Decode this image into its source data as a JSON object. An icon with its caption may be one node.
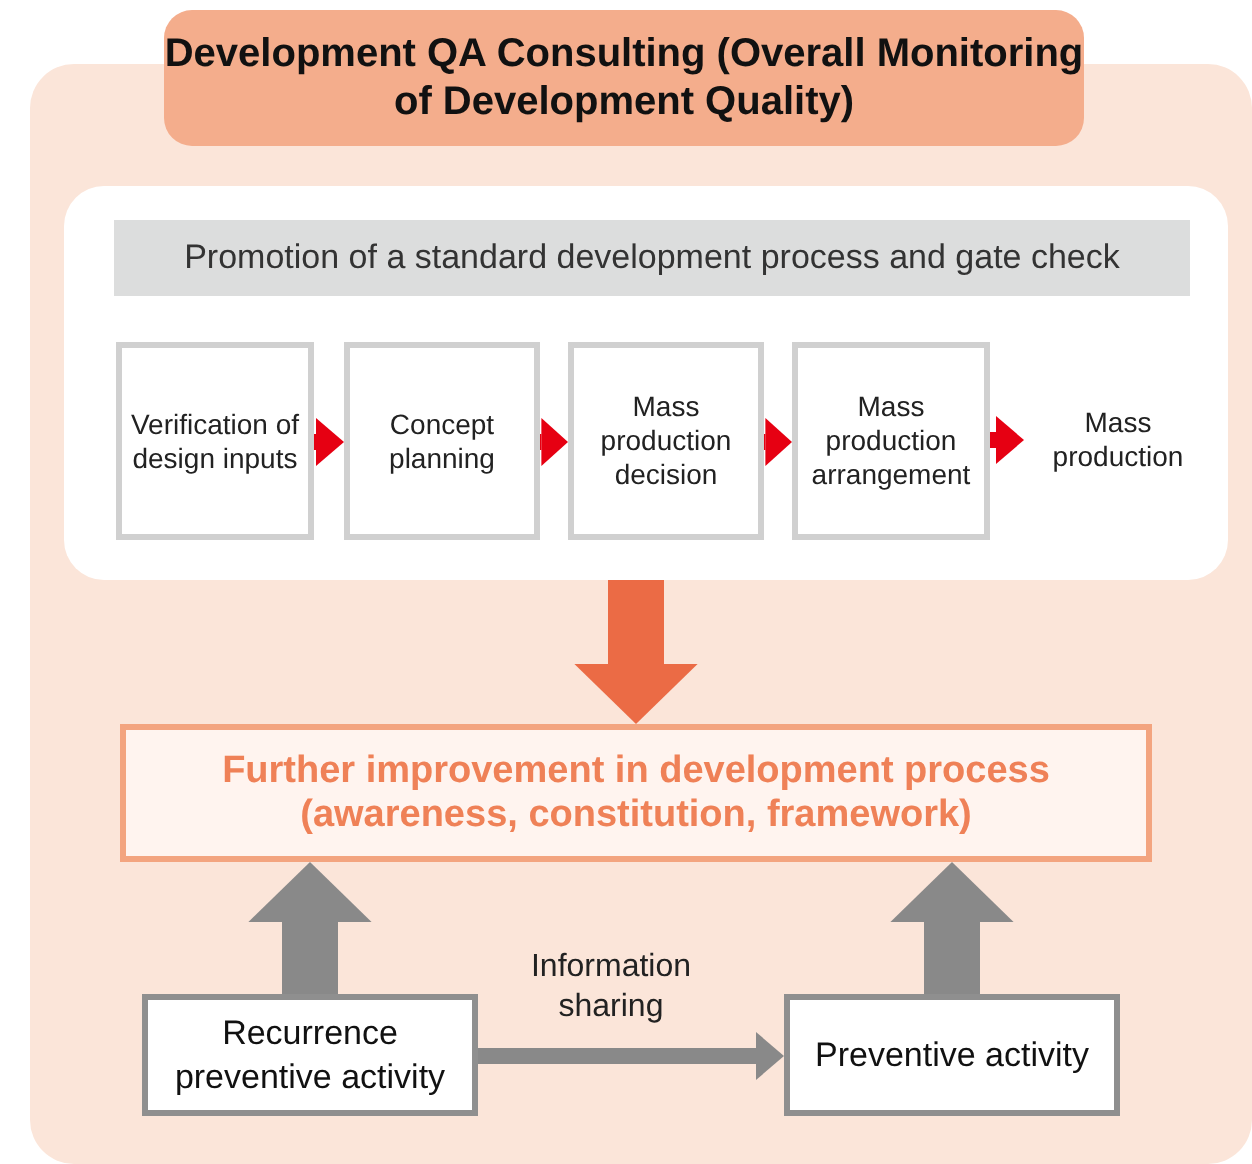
{
  "diagram": {
    "nodes": [
      {
        "text": [
          "Development QA Consulting (Overall Monitoring of Development Quality)"
        ]
      },
      {
        "text": [],
        "shape": "box",
        "in": 0
      },
      {
        "text": [
          "Promotion of a standard development process and gate check"
        ],
        "in": 1
      },
      {
        "text": [
          "Verification of design inputs"
        ],
        "in": 1
      },
      {
        "text": [
          "Concept planning"
        ],
        "in": 1
      },
      {
        "text": [
          "Mass production decision"
        ],
        "in": 1
      },
      {
        "text": [
          "Mass production arrangement"
        ],
        "in": 1
      },
      {
        "text": [
          "Mass production"
        ],
        "in": 1
      },
      {
        "text": [
          "Further improvement in development process (awareness, constitution, framework)"
        ],
        "in": 0
      },
      {
        "text": [
          "Recurrence preventive activity"
        ],
        "in": 0
      },
      {
        "text": [
          "Preventive activity"
        ],
        "in": 0
      }
    ],
    "edges": [
      {
        "from": 3,
        "to": 4,
        "arrow": "to"
      },
      {
        "from": 4,
        "to": 5,
        "arrow": "to"
      },
      {
        "from": 5,
        "to": 6,
        "arrow": "to"
      },
      {
        "from": 6,
        "to": 7,
        "arrow": "to"
      },
      {
        "from": 1,
        "to": 8,
        "arrow": "to",
        "style": "thick",
        "color": "#eb6b45"
      },
      {
        "from": 9,
        "to": 8,
        "arrow": "to",
        "style": "thick",
        "color": "#898989"
      },
      {
        "from": 10,
        "to": 8,
        "arrow": "to",
        "style": "thick",
        "color": "#898989"
      },
      {
        "from": 9,
        "to": 10,
        "arrow": "to",
        "label": "Information sharing",
        "color": "#898989"
      }
    ]
  }
}
